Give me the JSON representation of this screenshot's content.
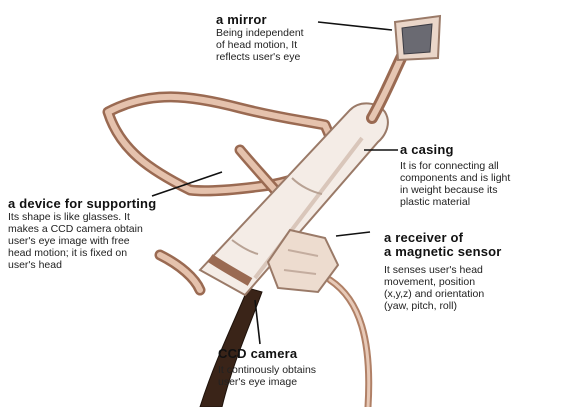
{
  "labels": {
    "mirror": {
      "title": "a mirror",
      "desc": [
        "Being independent",
        "of head motion, It",
        "reflects user's eye"
      ]
    },
    "casing": {
      "title": "a casing",
      "desc": [
        "It is for connecting all",
        "components and is light",
        "in weight because its",
        "plastic material"
      ]
    },
    "support": {
      "title": "a device for supporting",
      "desc": [
        "Its shape is like glasses. It",
        "makes a CCD camera obtain",
        "user's eye image with free",
        "head motion; it is fixed on",
        "user's head"
      ]
    },
    "receiver": {
      "title": [
        "a receiver of",
        "a magnetic sensor"
      ],
      "desc": [
        "It senses user's head",
        "movement, position",
        "(x,y,z) and orientation",
        "(yaw, pitch, roll)"
      ]
    },
    "camera": {
      "title": "CCD camera",
      "desc": [
        "It continously obtains",
        "user's eye image"
      ]
    }
  }
}
